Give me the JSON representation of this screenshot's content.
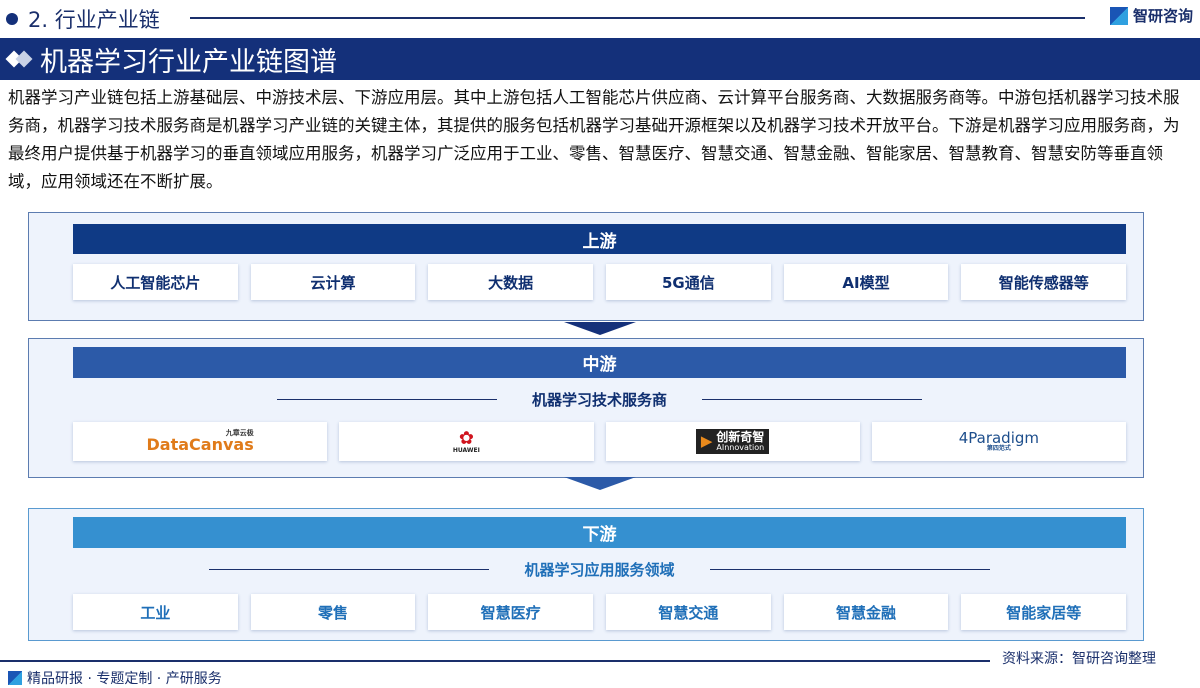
{
  "header": {
    "section": "2. 行业产业链",
    "brand": "智研咨询"
  },
  "banner": {
    "title": "机器学习行业产业链图谱"
  },
  "intro": "机器学习产业链包括上游基础层、中游技术层、下游应用层。其中上游包括人工智能芯片供应商、云计算平台服务商、大数据服务商等。中游包括机器学习技术服务商，机器学习技术服务商是机器学习产业链的关键主体，其提供的服务包括机器学习基础开源框架以及机器学习技术开放平台。下游是机器学习应用服务商，为最终用户提供基于机器学习的垂直领域应用服务，机器学习广泛应用于工业、零售、智慧医疗、智慧交通、智慧金融、智能家居、智慧教育、智慧安防等垂直领域，应用领域还在不断扩展。",
  "upstream": {
    "title": "上游",
    "items": [
      "人工智能芯片",
      "云计算",
      "大数据",
      "5G通信",
      "AI模型",
      "智能传感器等"
    ]
  },
  "midstream": {
    "title": "中游",
    "subtitle": "机器学习技术服务商",
    "logos": [
      {
        "main": "DataCanvas",
        "sub": "九章云极"
      },
      {
        "main": "HUAWEI"
      },
      {
        "main": "创新奇智",
        "sub": "AInnovation"
      },
      {
        "main": "4Paradigm",
        "sub": "第四范式"
      }
    ]
  },
  "downstream": {
    "title": "下游",
    "subtitle": "机器学习应用服务领域",
    "items": [
      "工业",
      "零售",
      "智慧医疗",
      "智慧交通",
      "智慧金融",
      "智能家居等"
    ]
  },
  "footer": {
    "source": "资料来源：智研咨询整理",
    "slogan": "精品研报 · 专题定制 · 产研服务"
  },
  "colors": {
    "up": "#0f3a85",
    "mid": "#2c5aa8",
    "down": "#3590d0"
  }
}
